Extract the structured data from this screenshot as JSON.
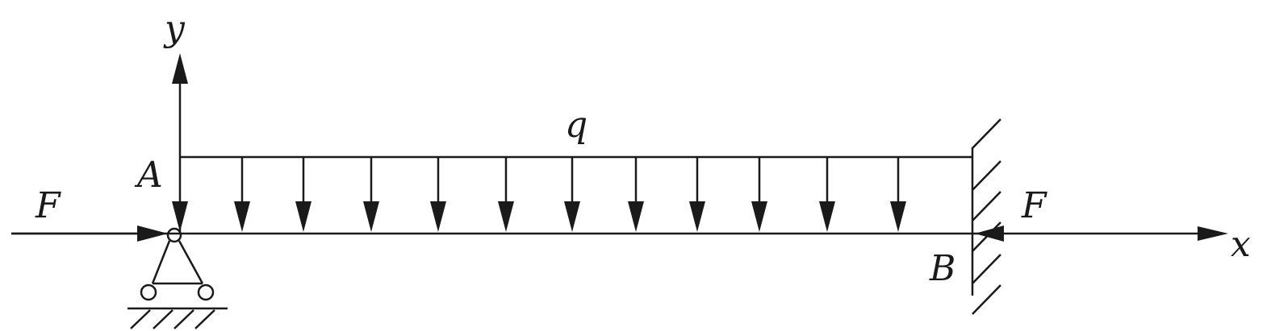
{
  "diagram": {
    "labels": {
      "y_axis": "y",
      "x_axis": "x",
      "load": "q",
      "point_a": "A",
      "point_b": "B",
      "force_left": "F",
      "force_right": "F"
    },
    "colors": {
      "ink": "#1a1a1a",
      "background": "#ffffff"
    }
  }
}
